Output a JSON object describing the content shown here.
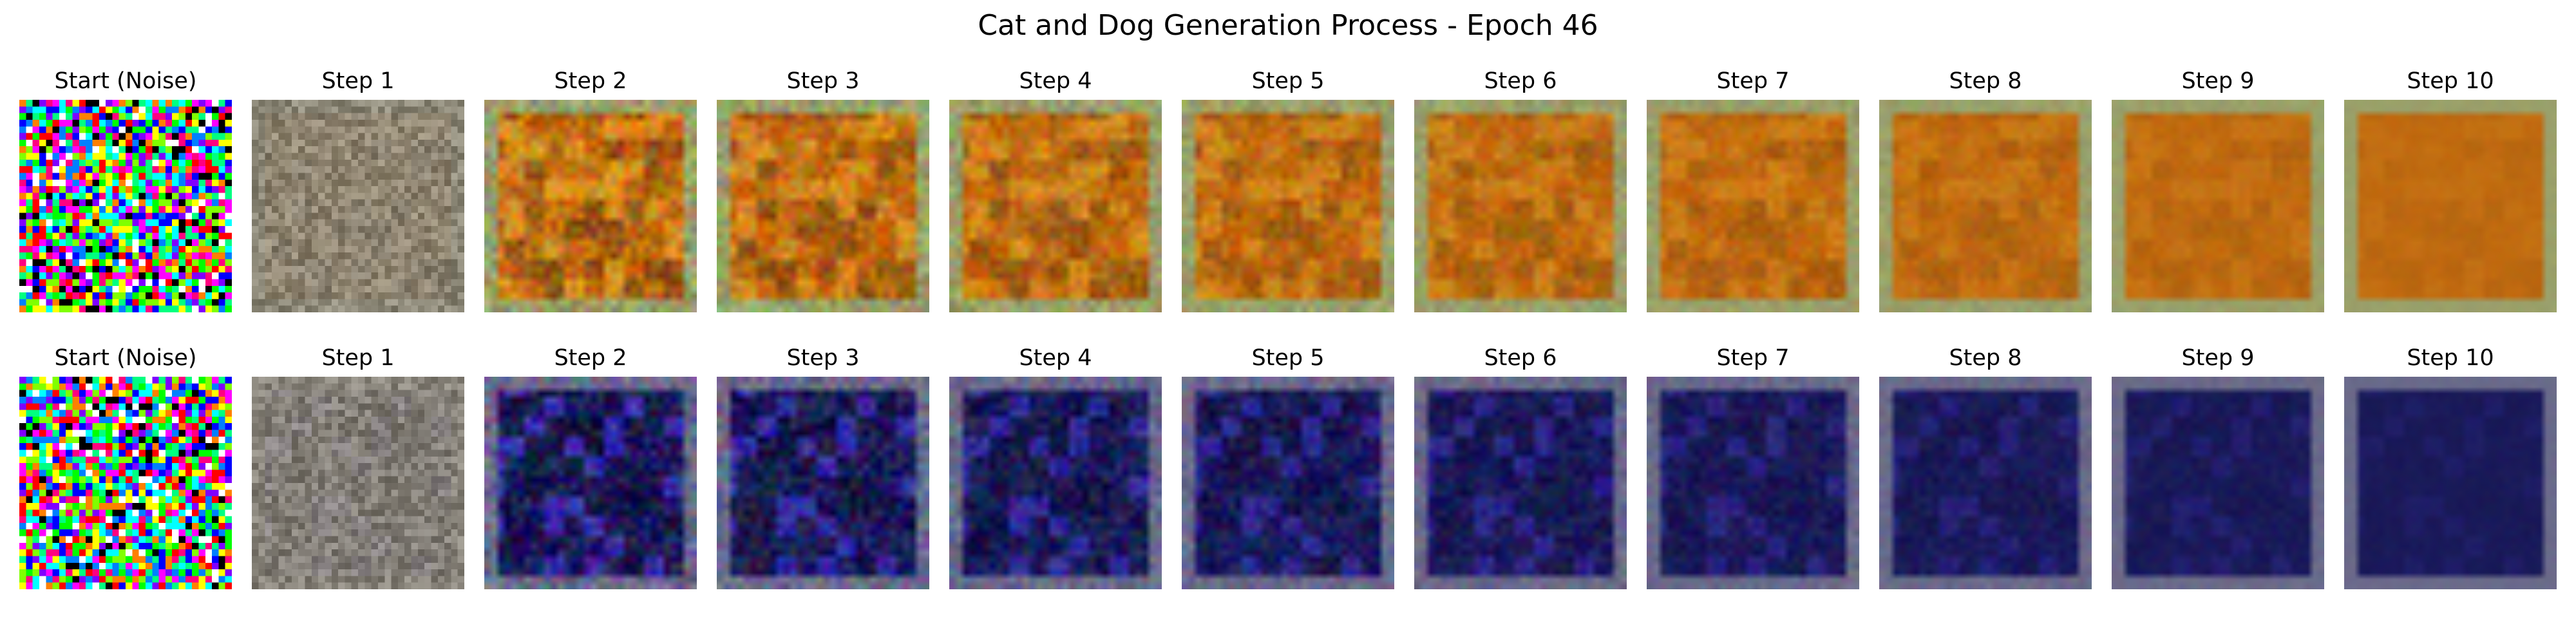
{
  "figure": {
    "title": "Cat and Dog Generation Process - Epoch 46"
  },
  "rows": [
    {
      "id": "cat",
      "panels": [
        {
          "title": "Start (Noise)",
          "stage": 0
        },
        {
          "title": "Step 1",
          "stage": 1
        },
        {
          "title": "Step 2",
          "stage": 2
        },
        {
          "title": "Step 3",
          "stage": 3
        },
        {
          "title": "Step 4",
          "stage": 4
        },
        {
          "title": "Step 5",
          "stage": 5
        },
        {
          "title": "Step 6",
          "stage": 6
        },
        {
          "title": "Step 7",
          "stage": 7
        },
        {
          "title": "Step 8",
          "stage": 8
        },
        {
          "title": "Step 9",
          "stage": 9
        },
        {
          "title": "Step 10",
          "stage": 10
        }
      ],
      "palette": {
        "base": "#c06a10",
        "light": "#e4a22a",
        "dark": "#7a4a12",
        "border": "#9aa06a",
        "gray": "#8a8578"
      }
    },
    {
      "id": "dog",
      "panels": [
        {
          "title": "Start (Noise)",
          "stage": 0
        },
        {
          "title": "Step 1",
          "stage": 1
        },
        {
          "title": "Step 2",
          "stage": 2
        },
        {
          "title": "Step 3",
          "stage": 3
        },
        {
          "title": "Step 4",
          "stage": 4
        },
        {
          "title": "Step 5",
          "stage": 5
        },
        {
          "title": "Step 6",
          "stage": 6
        },
        {
          "title": "Step 7",
          "stage": 7
        },
        {
          "title": "Step 8",
          "stage": 8
        },
        {
          "title": "Step 9",
          "stage": 9
        },
        {
          "title": "Step 10",
          "stage": 10
        }
      ],
      "palette": {
        "base": "#1a1a5a",
        "light": "#4a3ad6",
        "dark": "#120f38",
        "border": "#6a6a8a",
        "gray": "#8a8578"
      }
    }
  ]
}
